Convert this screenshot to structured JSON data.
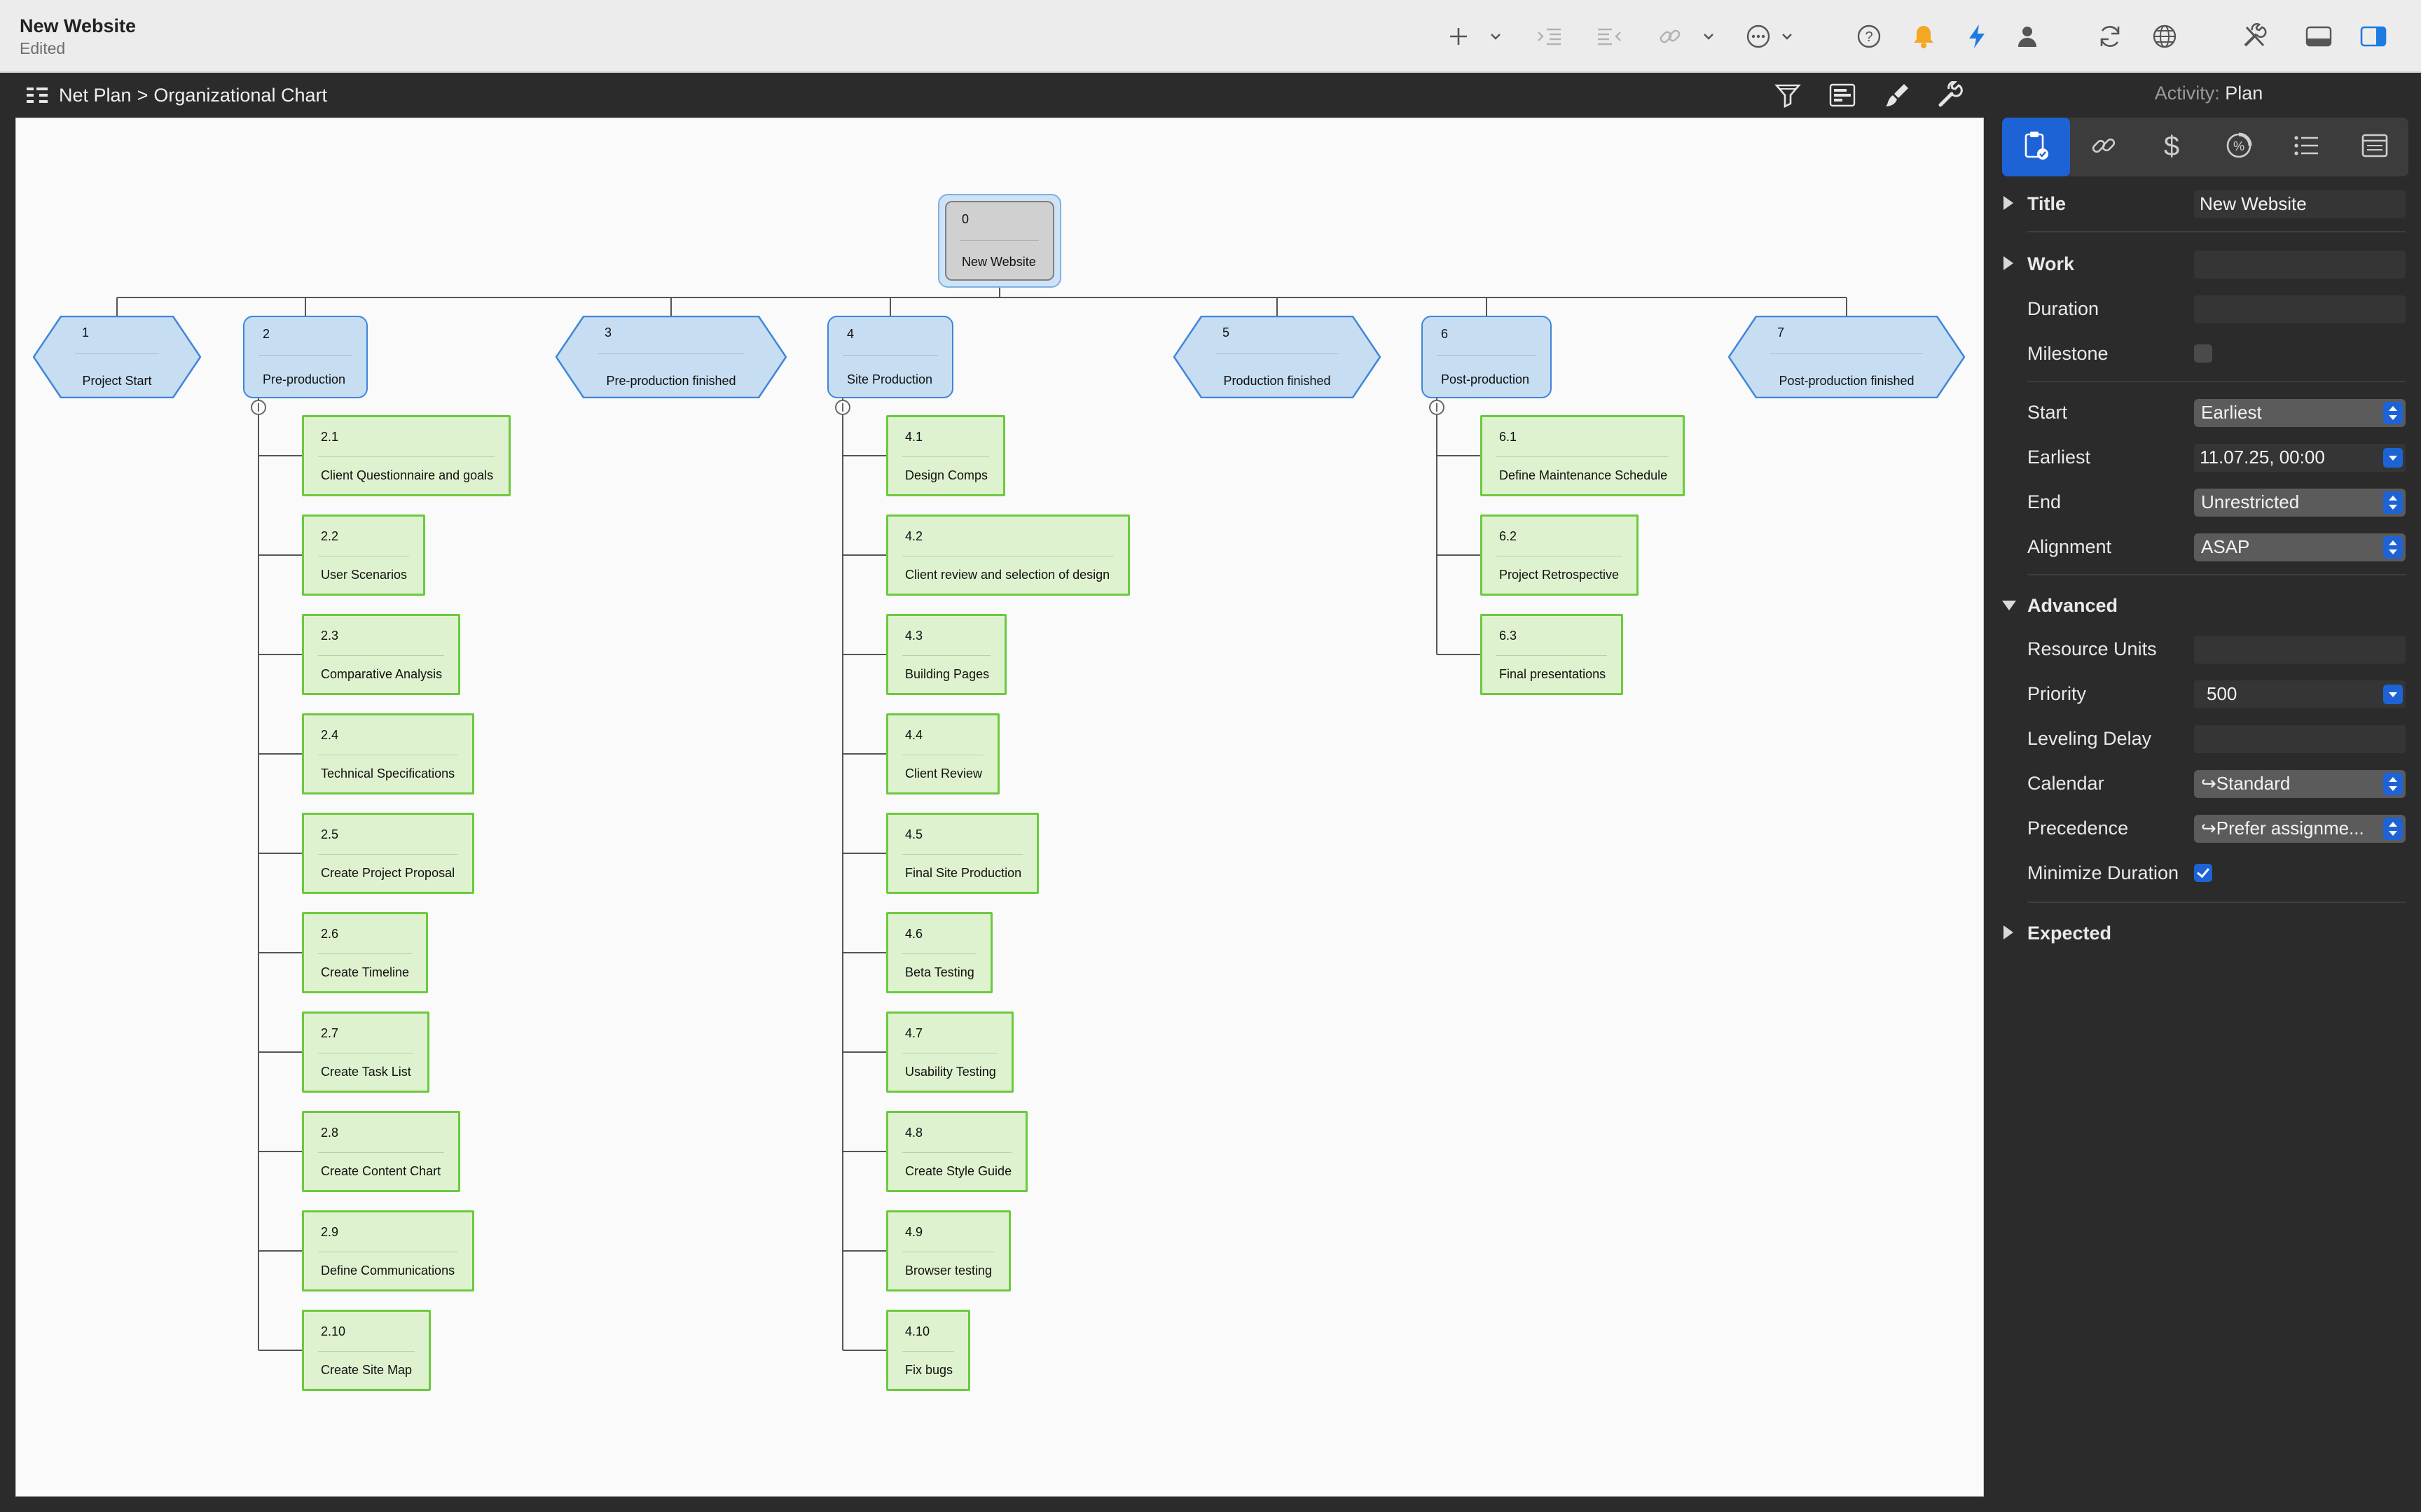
{
  "window": {
    "title": "New Website",
    "subtitle": "Edited"
  },
  "toolbar_icons": [
    "plus-icon",
    "chevron-down-icon",
    "indent-icon",
    "outdent-icon",
    "link-icon",
    "chevron-down-icon",
    "more-icon",
    "chevron-down-icon",
    "help-icon",
    "bell-icon",
    "bolt-icon",
    "person-icon",
    "sync-icon",
    "globe-icon",
    "tools-icon",
    "bottom-panel-icon",
    "right-panel-icon"
  ],
  "breadcrumb": {
    "view": "Net Plan",
    "separator": ">",
    "current": "Organizational Chart"
  },
  "subbar_icons": [
    "filter-icon",
    "gantt-icon",
    "brush-icon",
    "wrench-icon"
  ],
  "chart": {
    "root": {
      "num": "0",
      "label": "New Website"
    },
    "level1": [
      {
        "num": "1",
        "label": "Project Start",
        "shape": "hexagon"
      },
      {
        "num": "2",
        "label": "Pre-production",
        "shape": "rect"
      },
      {
        "num": "3",
        "label": "Pre-production finished",
        "shape": "hexagon"
      },
      {
        "num": "4",
        "label": "Site Production",
        "shape": "rect"
      },
      {
        "num": "5",
        "label": "Production finished",
        "shape": "hexagon"
      },
      {
        "num": "6",
        "label": "Post-production",
        "shape": "rect"
      },
      {
        "num": "7",
        "label": "Post-production finished",
        "shape": "hexagon"
      }
    ],
    "children": {
      "2": [
        {
          "num": "2.1",
          "label": "Client Questionnaire and goals"
        },
        {
          "num": "2.2",
          "label": "User Scenarios"
        },
        {
          "num": "2.3",
          "label": "Comparative Analysis"
        },
        {
          "num": "2.4",
          "label": "Technical Specifications"
        },
        {
          "num": "2.5",
          "label": "Create Project Proposal"
        },
        {
          "num": "2.6",
          "label": "Create Timeline"
        },
        {
          "num": "2.7",
          "label": "Create Task List"
        },
        {
          "num": "2.8",
          "label": "Create Content Chart"
        },
        {
          "num": "2.9",
          "label": "Define Communications"
        },
        {
          "num": "2.10",
          "label": "Create Site Map"
        }
      ],
      "4": [
        {
          "num": "4.1",
          "label": "Design Comps"
        },
        {
          "num": "4.2",
          "label": "Client review and selection of design"
        },
        {
          "num": "4.3",
          "label": "Building Pages"
        },
        {
          "num": "4.4",
          "label": "Client Review"
        },
        {
          "num": "4.5",
          "label": "Final Site Production"
        },
        {
          "num": "4.6",
          "label": "Beta Testing"
        },
        {
          "num": "4.7",
          "label": "Usability Testing"
        },
        {
          "num": "4.8",
          "label": "Create Style Guide"
        },
        {
          "num": "4.9",
          "label": "Browser testing"
        },
        {
          "num": "4.10",
          "label": "Fix bugs"
        }
      ],
      "6": [
        {
          "num": "6.1",
          "label": "Define Maintenance Schedule"
        },
        {
          "num": "6.2",
          "label": "Project Retrospective"
        },
        {
          "num": "6.3",
          "label": "Final presentations"
        }
      ]
    }
  },
  "inspector": {
    "heading_prefix": "Activity:",
    "heading_value": "Plan",
    "tabs": [
      "clipboard-check-icon",
      "link-icon",
      "dollar-icon",
      "progress-icon",
      "list-icon",
      "notes-icon"
    ],
    "active_tab": 0,
    "title_label": "Title",
    "title_value": "New Website",
    "work_label": "Work",
    "work_value": "",
    "duration_label": "Duration",
    "duration_value": "",
    "milestone_label": "Milestone",
    "milestone_checked": false,
    "start_label": "Start",
    "start_value": "Earliest",
    "earliest_label": "Earliest",
    "earliest_value": "11.07.25, 00:00",
    "end_label": "End",
    "end_value": "Unrestricted",
    "alignment_label": "Alignment",
    "alignment_value": "ASAP",
    "advanced_label": "Advanced",
    "resource_units_label": "Resource Units",
    "resource_units_value": "",
    "priority_label": "Priority",
    "priority_value": "500",
    "leveling_delay_label": "Leveling Delay",
    "leveling_delay_value": "",
    "calendar_label": "Calendar",
    "calendar_value": "↪Standard",
    "precedence_label": "Precedence",
    "precedence_value": "↪Prefer assignme...",
    "minimize_duration_label": "Minimize Duration",
    "minimize_duration_checked": true,
    "expected_label": "Expected"
  }
}
